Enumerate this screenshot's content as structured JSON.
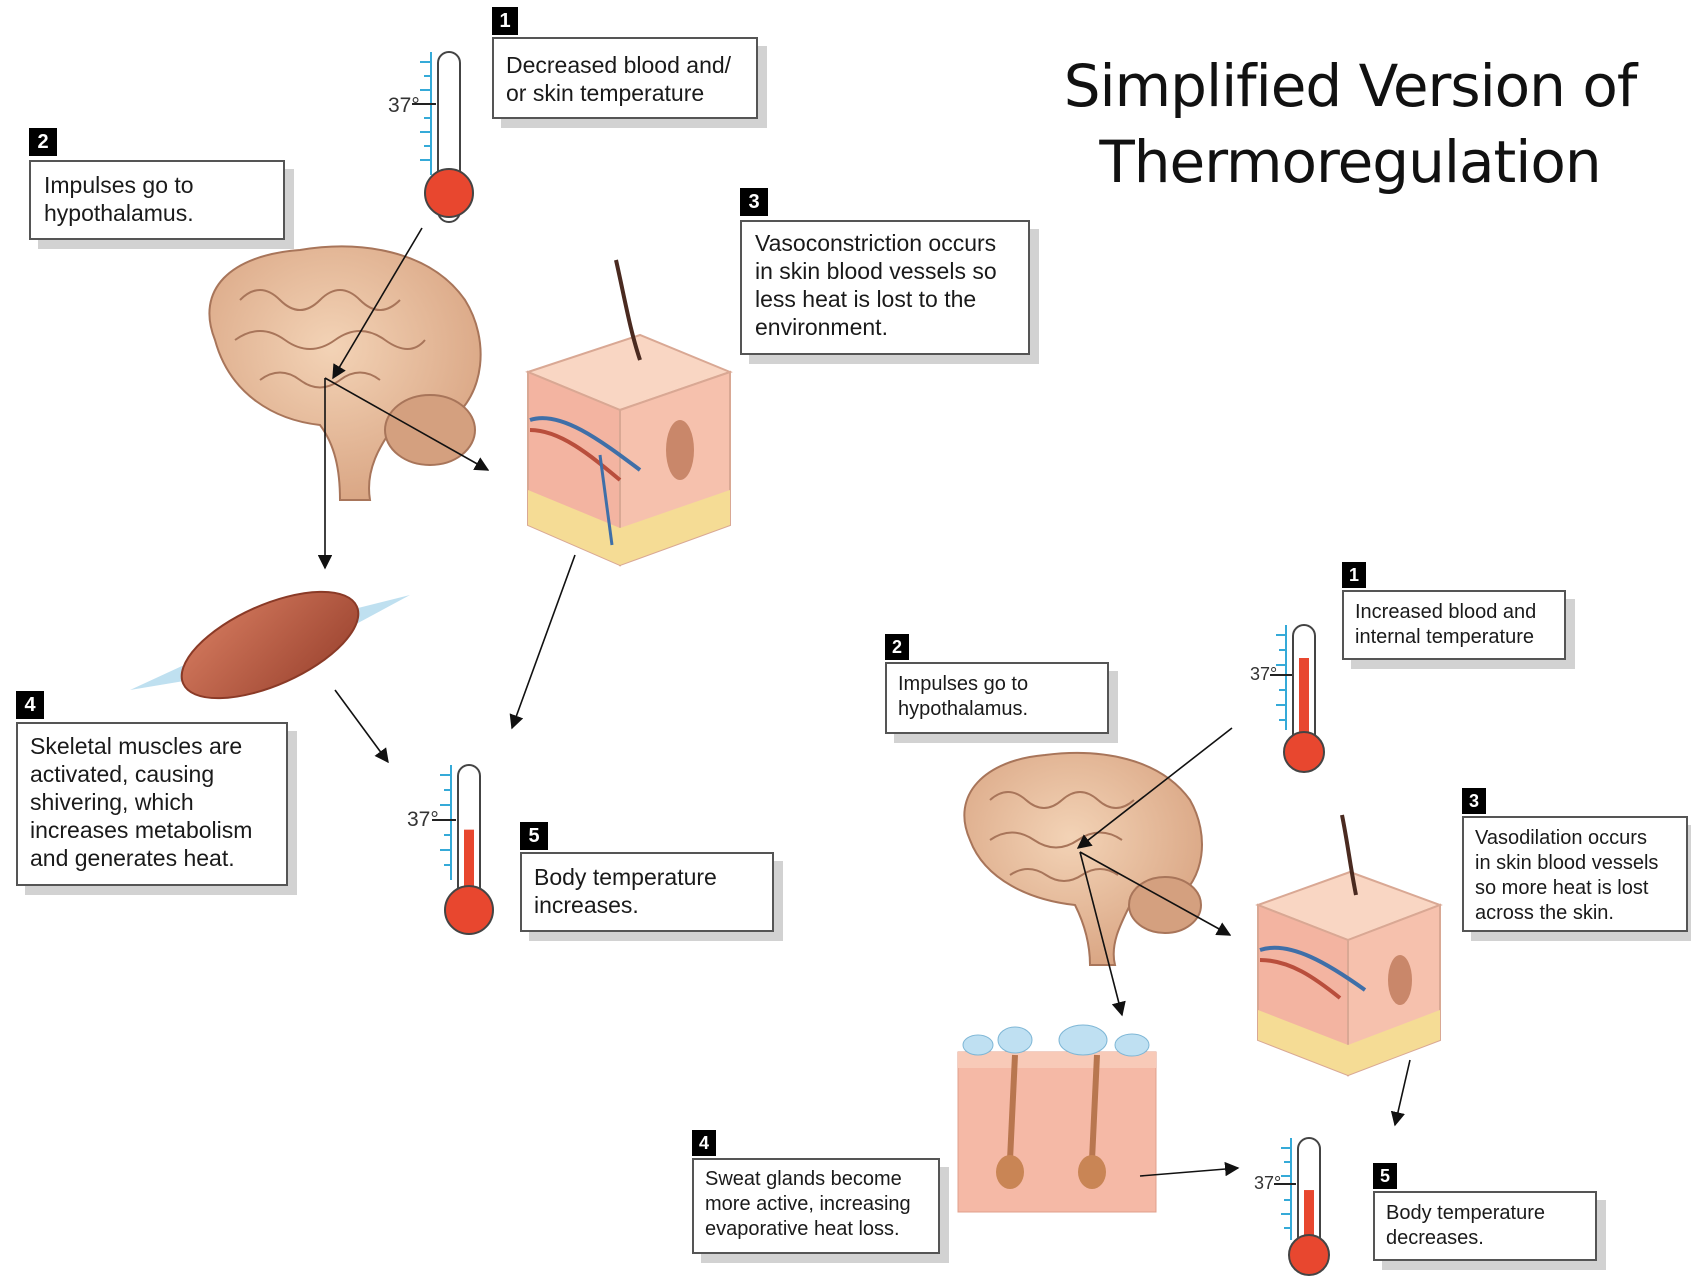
{
  "title": {
    "line1": "Simplified Version of",
    "line2": "Thermoregulation"
  },
  "cold_response": {
    "steps": [
      {
        "num": "1",
        "text": "Decreased blood and/\nor skin temperature"
      },
      {
        "num": "2",
        "text": "Impulses go to\nhypothalamus."
      },
      {
        "num": "3",
        "text": "Vasoconstriction occurs\nin skin blood vessels so\nless heat is lost to the\nenvironment."
      },
      {
        "num": "4",
        "text": "Skeletal muscles are\nactivated, causing\nshivering, which\nincreases metabolism\nand generates heat."
      },
      {
        "num": "5",
        "text": "Body temperature\nincreases."
      }
    ],
    "therm_top_label": "37°",
    "therm_bottom_label": "37°",
    "therm_top_level": 0.2,
    "therm_bottom_level": 0.55
  },
  "heat_response": {
    "steps": [
      {
        "num": "1",
        "text": "Increased blood and\ninternal temperature"
      },
      {
        "num": "2",
        "text": "Impulses go to\nhypothalamus."
      },
      {
        "num": "3",
        "text": "Vasodilation occurs\nin skin blood vessels\nso more heat is lost\nacross the skin."
      },
      {
        "num": "4",
        "text": "Sweat glands become\nmore active, increasing\nevaporative heat loss."
      },
      {
        "num": "5",
        "text": "Body temperature\ndecreases."
      }
    ],
    "therm_top_label": "37°",
    "therm_bottom_label": "37°",
    "therm_top_level": 0.75,
    "therm_bottom_level": 0.55
  },
  "colors": {
    "mercury": "#e8472f",
    "tick": "#35aad8",
    "brain": "#e8c2a0",
    "skin": "#f7c6b4",
    "muscle": "#b95a3e"
  }
}
